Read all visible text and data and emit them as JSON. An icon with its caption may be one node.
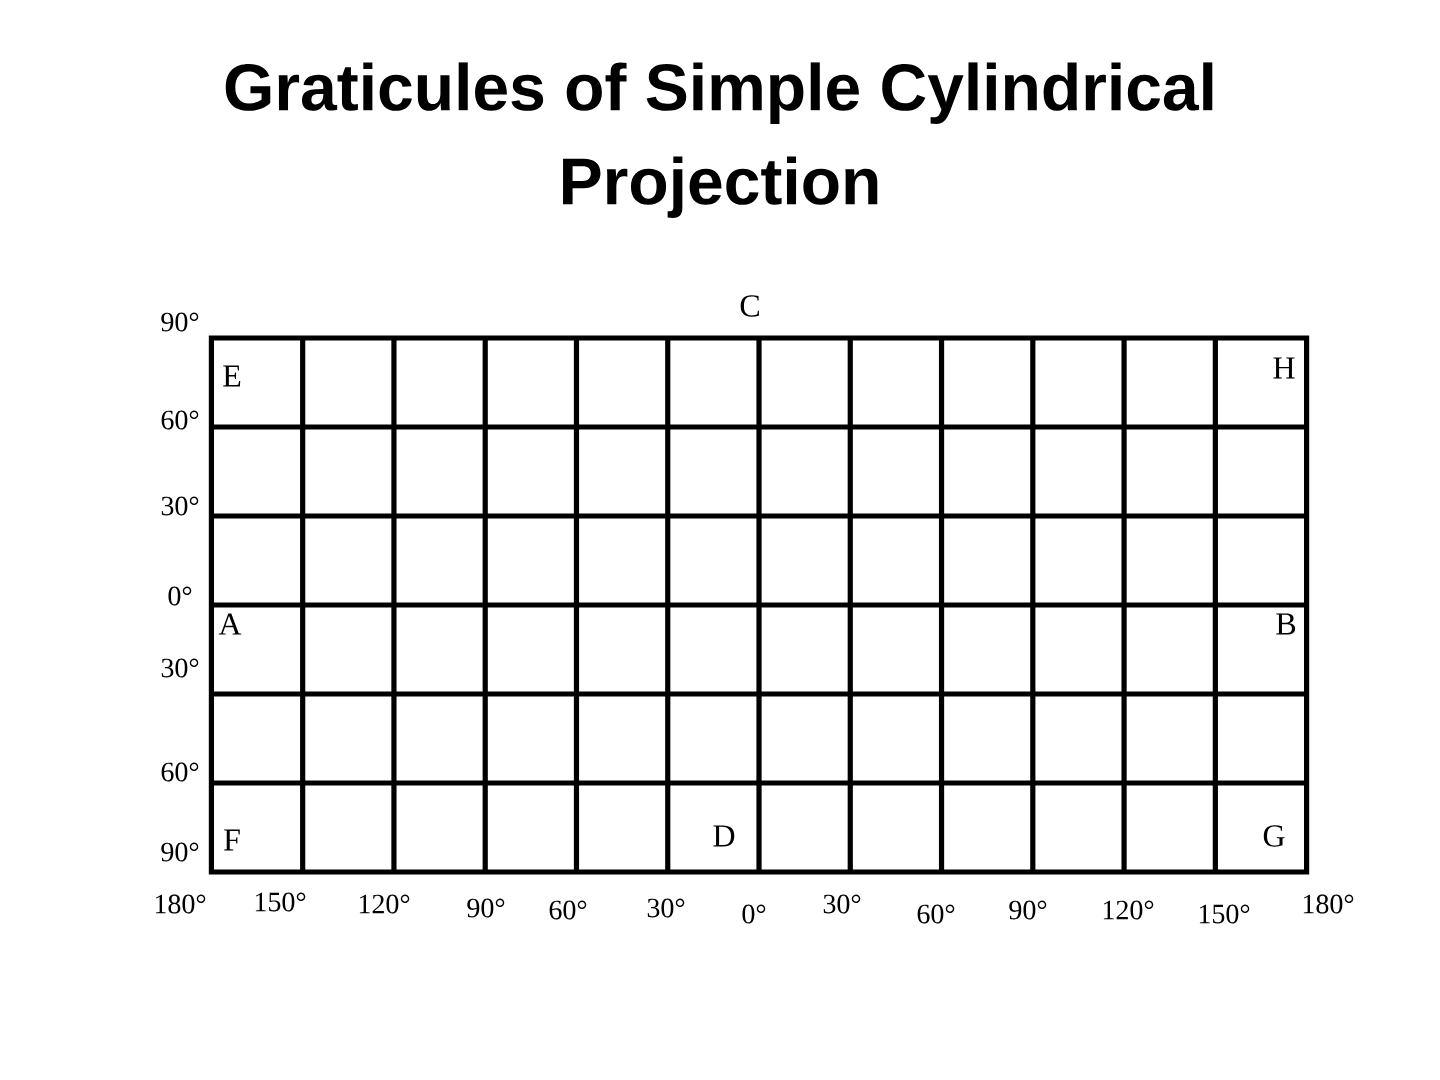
{
  "diagram": {
    "title": "Graticules of Simple Cylindrical Projection",
    "labels": [
      "90°",
      "C",
      "E",
      "H",
      "60°",
      "30°",
      "0°",
      "A",
      "B",
      "30°",
      "60°",
      "90°",
      "F",
      "D",
      "G",
      "180°",
      "150°",
      "120°",
      "90°",
      "60°",
      "30°",
      "0°",
      "30°",
      "60°",
      "90°",
      "120°",
      "150°",
      "180°"
    ]
  }
}
